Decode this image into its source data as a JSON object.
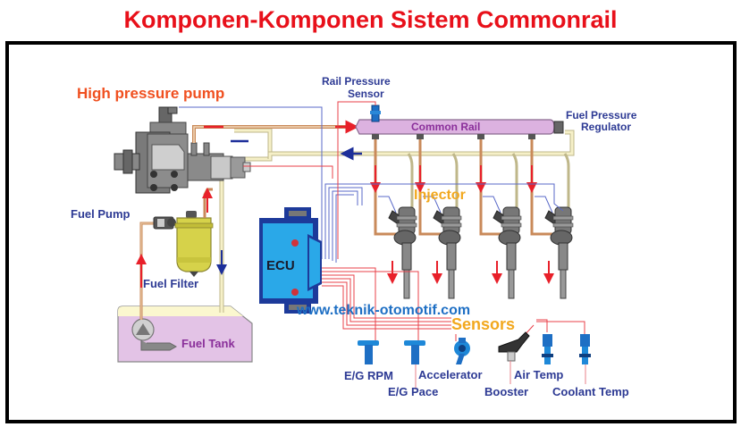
{
  "title": "Komponen-Komponen Sistem Commonrail",
  "watermark": "www.teknik-otomotif.com",
  "labels": {
    "high_pressure_pump": "High pressure pump",
    "rail_pressure_sensor_line1": "Rail Pressure",
    "rail_pressure_sensor_line2": "Sensor",
    "common_rail": "Common Rail",
    "fuel_pressure_regulator_line1": "Fuel Pressure",
    "fuel_pressure_regulator_line2": "Regulator",
    "injector": "Injector",
    "fuel_pump": "Fuel Pump",
    "fuel_filter": "Fuel Filter",
    "fuel_tank": "Fuel Tank",
    "ecu": "ECU",
    "sensors": "Sensors"
  },
  "sensors": [
    {
      "name": "E/G RPM"
    },
    {
      "name": "E/G Pace"
    },
    {
      "name": "Accelerator"
    },
    {
      "name": "Booster"
    },
    {
      "name": "Air Temp"
    },
    {
      "name": "Coolant Temp"
    }
  ],
  "injectors": [
    {
      "id": "injector-1"
    },
    {
      "id": "injector-2"
    },
    {
      "id": "injector-3"
    },
    {
      "id": "injector-4"
    }
  ],
  "colors": {
    "title": "#e8101a",
    "label_blue": "#2d3a94",
    "label_orange": "#f05020",
    "label_yellow": "#f2a81e",
    "rail": "#dcb2e0",
    "ecu": "#2aa8e8",
    "ecu_border": "#1d3a9a",
    "fuel_tank": "#e3c3e6",
    "fuel_filter": "#d6d24a",
    "high_pressure_line": "#c98a5a",
    "return_line": "#e9e2b0",
    "signal_red": "#e8404a",
    "signal_blue": "#5a6ac8"
  }
}
